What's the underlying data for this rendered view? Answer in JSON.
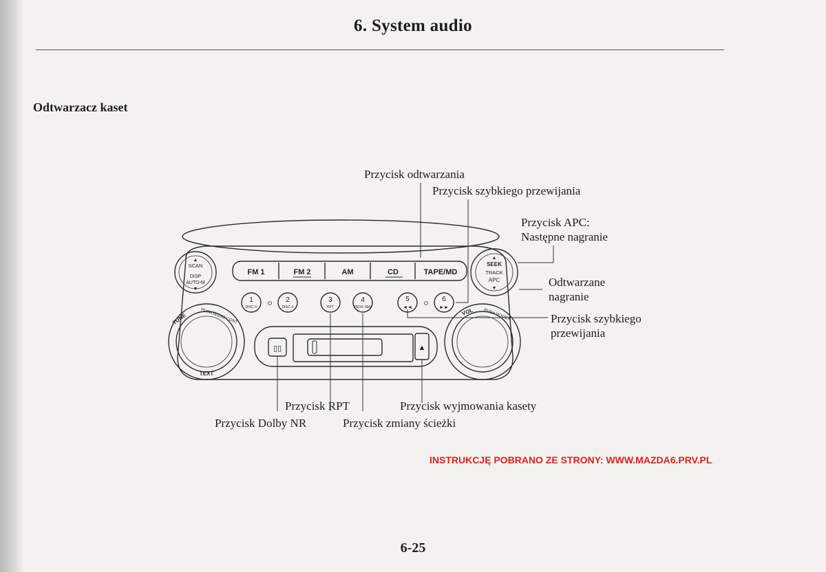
{
  "header": {
    "title": "6. System audio"
  },
  "section": {
    "heading": "Odtwarzacz kaset"
  },
  "figure": {
    "labels": {
      "play_button": "Przycisk odtwarzania",
      "fast_wind_button": "Przycisk szybkiego przewijania",
      "apc_button_line1": "Przycisk APC:",
      "apc_button_line2": "Następne nagranie",
      "played_track_line1": "Odtwarzane",
      "played_track_line2": "nagranie",
      "fast_wind_line1": "Przycisk szybkiego",
      "fast_wind_line2": "przewijania",
      "rpt_button": "Przycisk RPT",
      "dolby_button": "Przycisk Dolby NR",
      "track_change_button": "Przycisk zmiany ścieżki",
      "eject_button": "Przycisk wyjmowania kasety"
    },
    "panel": {
      "band_buttons": [
        "FM 1",
        "FM 2",
        "AM",
        "CD",
        "TAPE/MD"
      ],
      "preset_numbers": [
        "1",
        "2",
        "3",
        "4",
        "5",
        "6"
      ],
      "preset_sublabels": [
        "DISC·V",
        "DISC·Λ",
        "RPT",
        "PROG\nSEM",
        "◄◄",
        "►►"
      ],
      "scan": "SCAN",
      "disp": "DISP",
      "auto_m": "AUTO-M",
      "seek": "SEEK",
      "track": "TRACK",
      "apc": "APC",
      "tune_ring": "TUNE",
      "push_audio": "PUSH AUDIO CONT",
      "text": "TEXT",
      "vol_ring": "VOL",
      "push_power": "PUSH POWER"
    }
  },
  "watermark": "INSTRUKCJĘ POBRANO ZE STRONY: WWW.MAZDA6.PRV.PL",
  "footer": {
    "page_number": "6-25"
  }
}
